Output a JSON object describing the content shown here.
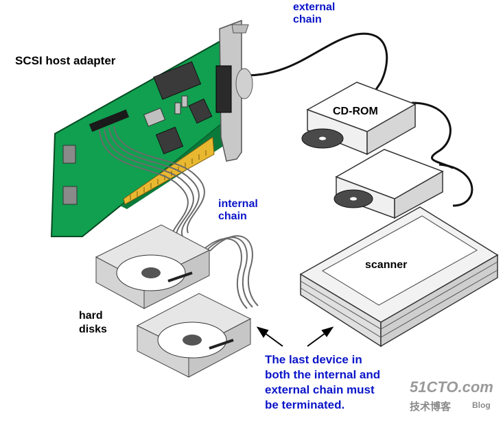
{
  "labels": {
    "host_adapter": "SCSI host adapter",
    "external_chain_1": "external",
    "external_chain_2": "chain",
    "internal_chain_1": "internal",
    "internal_chain_2": "chain",
    "cdrom": "CD-ROM",
    "scanner": "scanner",
    "hard_disks_1": "hard",
    "hard_disks_2": "disks"
  },
  "note": {
    "line1": "The last device in",
    "line2": "both the internal and",
    "line3": "external chain must",
    "line4": "be terminated."
  },
  "watermark": {
    "site": "51CTO.com",
    "sub": "技术博客",
    "blog": "Blog"
  },
  "colors": {
    "board": "#10a050",
    "board_dark": "#0a7a3a",
    "chip": "#3a3a3a",
    "label_blue": "#0a14c8",
    "bracket": "#c8c8c8",
    "device_face": "#f4f4f4",
    "disk_box": "#dcdcdc"
  }
}
